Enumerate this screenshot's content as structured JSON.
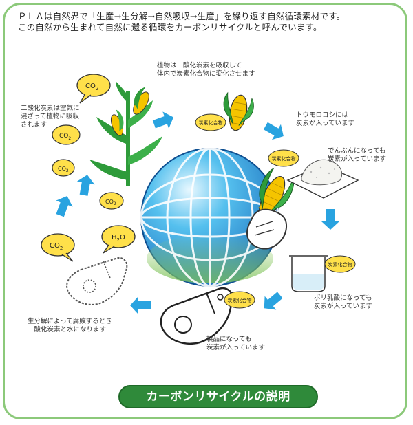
{
  "intro": {
    "line1": "ＰＬＡは自然界で「生産→生分解→自然吸収→生産」を繰り返す自然循環素材です。",
    "line2": "この自然から生まれて自然に還る循環をカーボンリサイクルと呼んでいます。"
  },
  "labels": {
    "plant_absorb_1": "植物は二酸化炭素を吸収して",
    "plant_absorb_2": "体内で炭素化合物に変化させます",
    "co2_air_1": "二酸化炭素は空気に",
    "co2_air_2": "混ざって植物に吸収",
    "co2_air_3": "されます",
    "corn_1": "トウモロコシには",
    "corn_2": "炭素が入っています",
    "starch_1": "でんぷんになっても",
    "starch_2": "炭素が入っています",
    "pla_1": "ポリ乳酸になっても",
    "pla_2": "炭素が入っています",
    "product_1": "製品になっても",
    "product_2": "炭素が入っています",
    "decompose_1": "生分解によって腐敗するとき",
    "decompose_2": "二酸化炭素と水になります"
  },
  "badges": {
    "compound": "炭素化合物"
  },
  "bubbles": {
    "co2": "CO",
    "co2_sub": "2",
    "h2o_h": "H",
    "h2o_sub": "2",
    "h2o_o": "O"
  },
  "colors": {
    "frame": "#8cc97a",
    "arrow": "#29a3e0",
    "bubble": "#ffe04a",
    "title_bg": "#2f8a3a",
    "leaf": "#2e9b3a",
    "corn": "#f5c400",
    "globe": "#1f8fd6"
  },
  "title": "カーボンリサイクルの説明"
}
